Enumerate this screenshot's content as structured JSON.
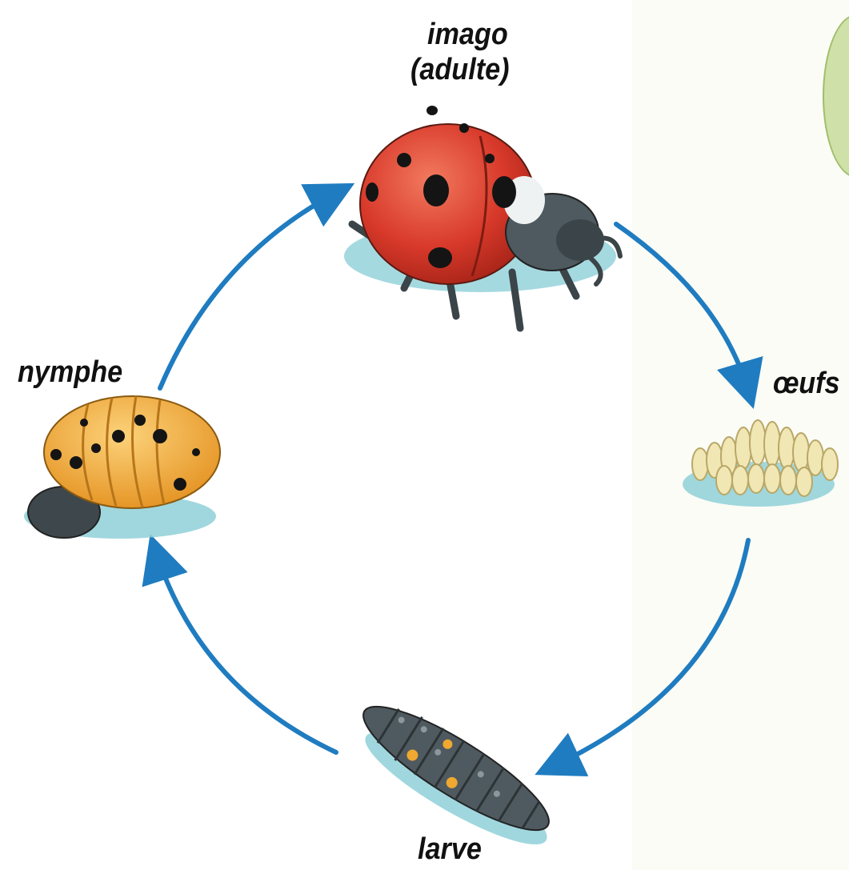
{
  "labels": {
    "adult_line1": "imago",
    "adult_line2": "(adulte)",
    "eggs": "œufs",
    "larva": "larve",
    "pupa": "nymphe"
  },
  "colors": {
    "arrow": "#1f7cc0",
    "ladybug_red": "#d8392a",
    "spots": "#141414",
    "pupa_orange": "#f0a830",
    "larva_grey": "#4f5a60",
    "eggs_cream": "#f1e7b5",
    "shadow_blue": "#8fd0d8"
  }
}
